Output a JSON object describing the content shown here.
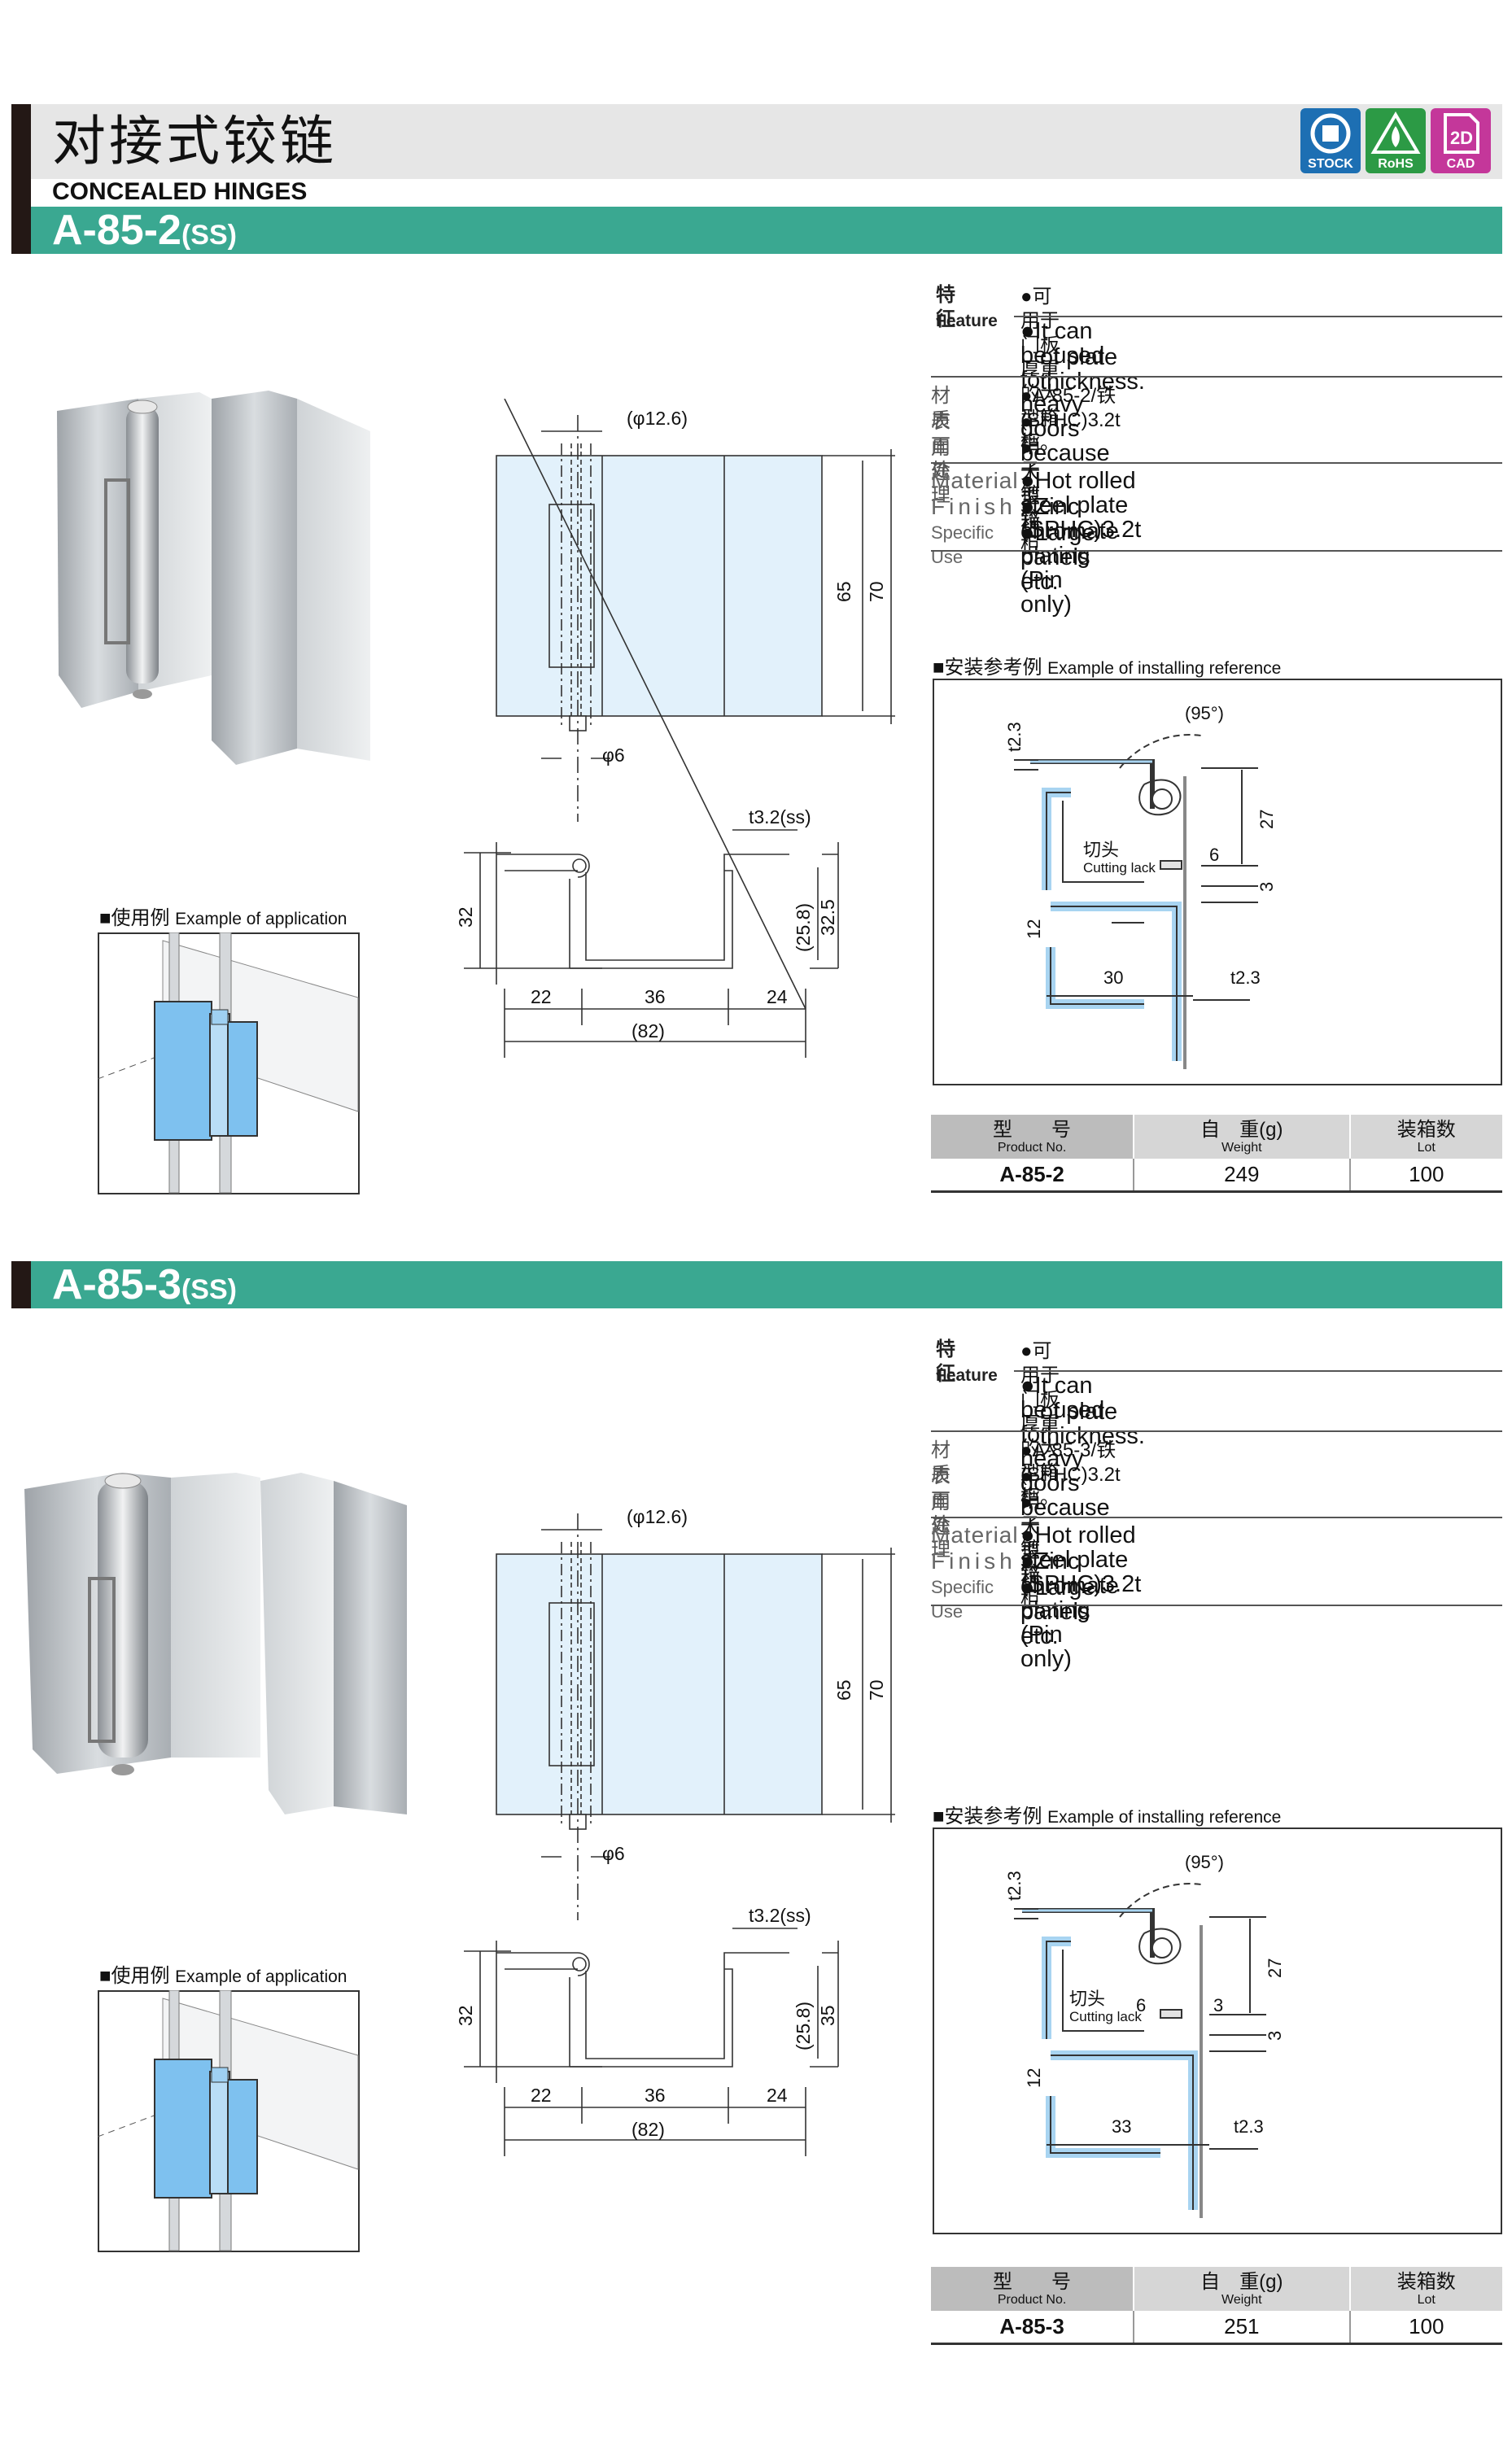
{
  "header": {
    "title_cn": "对接式铰链",
    "title_en": "CONCEALED HINGES",
    "icons": [
      {
        "name": "stock-icon",
        "label": "STOCK",
        "color": "#1d6fb3"
      },
      {
        "name": "rohs-icon",
        "label": "RoHS",
        "color": "#2c9a45"
      },
      {
        "name": "cad-icon",
        "label": "CAD",
        "badge": "2D",
        "color": "#c4379a"
      }
    ]
  },
  "products": [
    {
      "code": "A-85-2",
      "suffix": "(SS)",
      "feature_label_cn": "特　征",
      "feature_label_en": "Feature",
      "feature_cn": "●可用于门板厚重的大型箱柜。",
      "feature_en_1": "●It can be used for heavy doors because",
      "feature_en_2": "of plate thickness.",
      "material_label_cn": "材　　质",
      "finish_label_cn": "表面处理",
      "use_label_cn": "用　　途",
      "material_cn": "●A-85-2/铁(SPHC)3.2t",
      "finish_cn": "●销子镀锌",
      "use_cn": "●大型箱柜",
      "material_label_en": "Material",
      "finish_label_en": "Finish",
      "use_label_en": "Specific Use",
      "material_en": "●Hot rolled steel plate (SPHC)3.2t",
      "finish_en": "●Zinc chromate plating (Pin only)",
      "use_en": "●Large panels etc.",
      "app_caption_cn": "■使用例",
      "app_caption_en": "Example of application",
      "install_caption_cn": "■安装参考例",
      "install_caption_en": "Example of installing reference",
      "dims": {
        "pin_dia_outer": "(φ12.6)",
        "pin_dia": "φ6",
        "h1": "65",
        "h2": "70",
        "t": "t3.2(ss)",
        "depth_left": "32",
        "depth_inner": "(25.8)",
        "depth_right": "32.5",
        "w1": "22",
        "w2": "36",
        "w3": "24",
        "w_total": "(82)"
      },
      "install": {
        "angle": "(95°)",
        "t_top": "t2.3",
        "d27": "27",
        "d6": "6",
        "d3a": "",
        "d3": "3",
        "d12": "12",
        "d30": "30",
        "t_bottom": "t2.3",
        "cut_cn": "切头",
        "cut_en": "Cutting lack"
      },
      "table": {
        "h_pno_cn": "型　　号",
        "h_pno_en": "Product No.",
        "h_weight_cn": "自　重(g)",
        "h_weight_en": "Weight",
        "h_lot_cn": "装箱数",
        "h_lot_en": "Lot",
        "pno": "A-85-2",
        "weight": "249",
        "lot": "100"
      }
    },
    {
      "code": "A-85-3",
      "suffix": "(SS)",
      "feature_label_cn": "特　征",
      "feature_label_en": "Feature",
      "feature_cn": "●可用于门板厚重的大型箱柜。",
      "feature_en_1": "●It can be used for heavy doors because",
      "feature_en_2": "of plate thickness.",
      "material_label_cn": "材　　质",
      "finish_label_cn": "表面处理",
      "use_label_cn": "用　　途",
      "material_cn": "●A-85-3/铁(SPHC)3.2t",
      "finish_cn": "●销子镀锌",
      "use_cn": "●大型箱柜",
      "material_label_en": "Material",
      "finish_label_en": "Finish",
      "use_label_en": "Specific Use",
      "material_en": "●Hot rolled steel plate (SPHC)3.2t",
      "finish_en": "●Zinc chromate plating (Pin only)",
      "use_en": "●Large panels etc.",
      "app_caption_cn": "■使用例",
      "app_caption_en": "Example of application",
      "install_caption_cn": "■安装参考例",
      "install_caption_en": "Example of installing reference",
      "dims": {
        "pin_dia_outer": "(φ12.6)",
        "pin_dia": "φ6",
        "h1": "65",
        "h2": "70",
        "t": "t3.2(ss)",
        "depth_left": "32",
        "depth_inner": "(25.8)",
        "depth_right": "35",
        "w1": "22",
        "w2": "36",
        "w3": "24",
        "w_total": "(82)"
      },
      "install": {
        "angle": "(95°)",
        "t_top": "t2.3",
        "d27": "27",
        "d6": "6",
        "d3a": "3",
        "d3": "3",
        "d12": "12",
        "d30": "33",
        "t_bottom": "t2.3",
        "cut_cn": "切头",
        "cut_en": "Cutting lack"
      },
      "table": {
        "h_pno_cn": "型　　号",
        "h_pno_en": "Product No.",
        "h_weight_cn": "自　重(g)",
        "h_weight_en": "Weight",
        "h_lot_cn": "装箱数",
        "h_lot_en": "Lot",
        "pno": "A-85-3",
        "weight": "251",
        "lot": "100"
      }
    }
  ]
}
